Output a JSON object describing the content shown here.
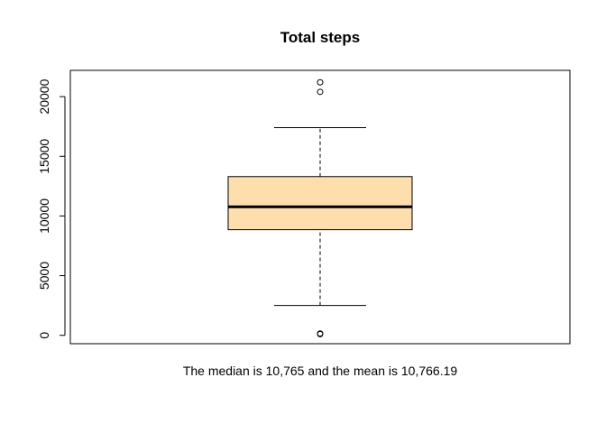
{
  "chart_data": {
    "type": "box",
    "title": "Total steps",
    "xlabel": "The median is 10,765 and the mean is 10,766.19",
    "ylabel": "",
    "ylim": [
      -700,
      22200
    ],
    "yticks": [
      0,
      5000,
      10000,
      15000,
      20000
    ],
    "grid": false,
    "box": {
      "whisker_low": 2500,
      "q1": 8850,
      "median": 10765,
      "q3": 13300,
      "whisker_high": 17400,
      "outliers": [
        100,
        150,
        20400,
        21200
      ]
    },
    "colors": {
      "box_fill": "#FFDEAD",
      "stroke": "#000000"
    }
  }
}
